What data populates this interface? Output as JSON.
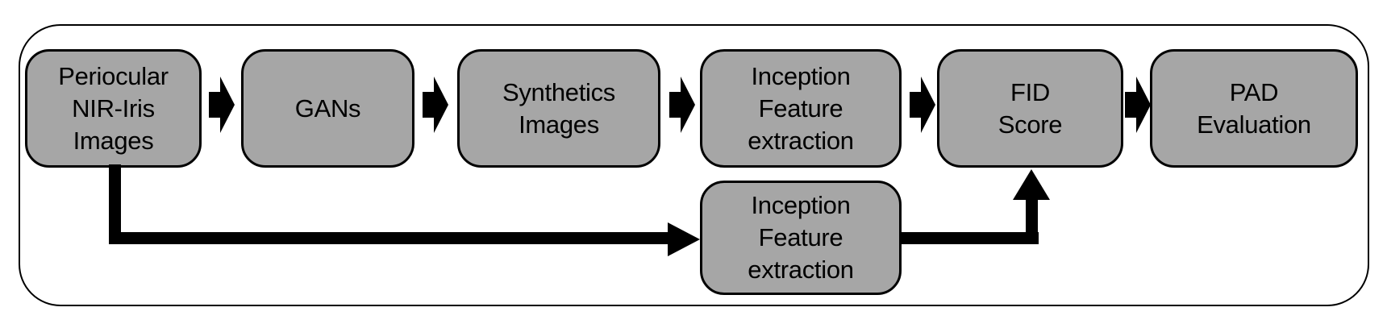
{
  "diagram": {
    "description": "Flowchart of FID-score evaluation pipeline for GAN-generated periocular NIR iris images",
    "nodes": {
      "periocular": {
        "label": "Periocular\nNIR-Iris\nImages"
      },
      "gans": {
        "label": "GANs"
      },
      "synthetics": {
        "label": "Synthetics\nImages"
      },
      "inception_top": {
        "label": "Inception\nFeature\nextraction"
      },
      "fid": {
        "label": "FID\nScore"
      },
      "pad": {
        "label": "PAD\nEvaluation"
      },
      "inception_bottom": {
        "label": "Inception\nFeature\nextraction"
      }
    },
    "edges": [
      {
        "from": "periocular",
        "to": "gans",
        "style": "block-arrow"
      },
      {
        "from": "gans",
        "to": "synthetics",
        "style": "block-arrow"
      },
      {
        "from": "synthetics",
        "to": "inception_top",
        "style": "block-arrow"
      },
      {
        "from": "inception_top",
        "to": "fid",
        "style": "block-arrow"
      },
      {
        "from": "fid",
        "to": "pad",
        "style": "block-arrow"
      },
      {
        "from": "periocular",
        "to": "inception_bottom",
        "style": "elbow-line-arrow"
      },
      {
        "from": "inception_bottom",
        "to": "fid",
        "style": "elbow-line-arrow"
      }
    ],
    "colors": {
      "node_fill": "#a6a6a6",
      "node_border": "#000000",
      "connector": "#000000",
      "frame_border": "#000000",
      "background": "#ffffff",
      "text": "#000000"
    }
  }
}
